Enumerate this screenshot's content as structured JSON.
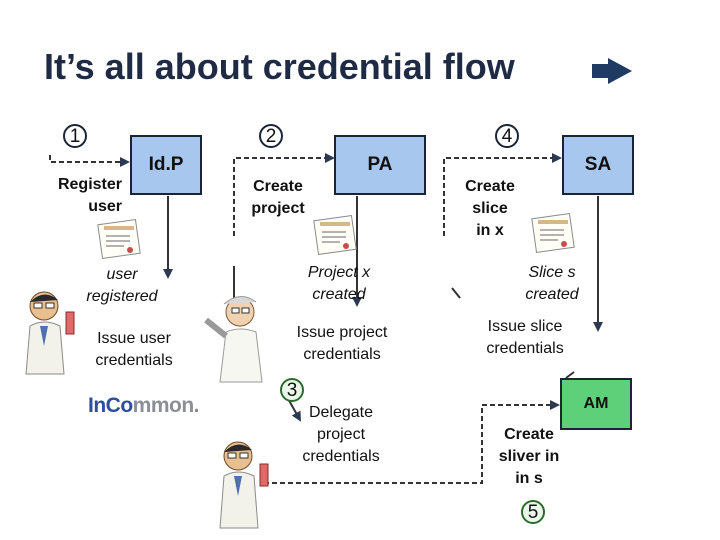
{
  "title": "It’s all about credential flow",
  "steps": {
    "s1": "1",
    "s2": "2",
    "s3": "3",
    "s4": "4",
    "s5": "5"
  },
  "entities": {
    "idp": "Id.P",
    "pa": "PA",
    "sa": "SA",
    "am": "AM"
  },
  "labels": {
    "register_user": "Register\nuser",
    "user_registered": "user\nregistered",
    "issue_user_credentials": "Issue user\ncredentials",
    "create_project": "Create\nproject",
    "project_created": "Project x\ncreated",
    "issue_project_credentials": "Issue project\ncredentials",
    "delegate_project_credentials": "Delegate\nproject\ncredentials",
    "create_slice": "Create\nslice\nin x",
    "slice_created": "Slice s\ncreated",
    "issue_slice_credentials": "Issue slice\ncredentials",
    "create_sliver": "Create\nsliver in\nin s"
  },
  "logo": {
    "part_a": "InCo",
    "part_b": "mmon",
    "suffix": "."
  },
  "colors": {
    "box_blue": "#a7c7ef",
    "box_green": "#5fd07a",
    "arrow_blue": "#2b3a52",
    "title_blue": "#1f2a44"
  }
}
